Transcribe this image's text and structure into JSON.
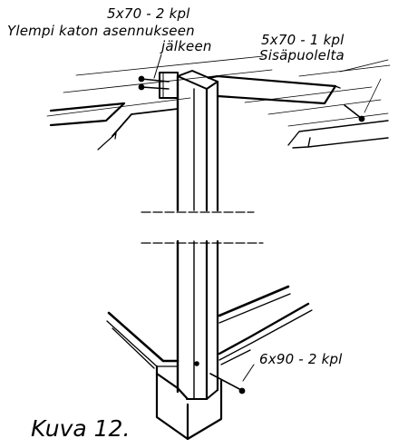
{
  "figure": {
    "caption": "Kuva 12.",
    "labels": {
      "top_screws": "5x70 - 2 kpl",
      "top_note_line1": "Ylempi katon asennukseen",
      "top_note_line2": "jälkeen",
      "right_screws": "5x70 - 1 kpl",
      "right_note": "Sisäpuolelta",
      "bottom_screws": "6x90 - 2 kpl"
    },
    "line_color": "#000000",
    "background": "#ffffff"
  }
}
